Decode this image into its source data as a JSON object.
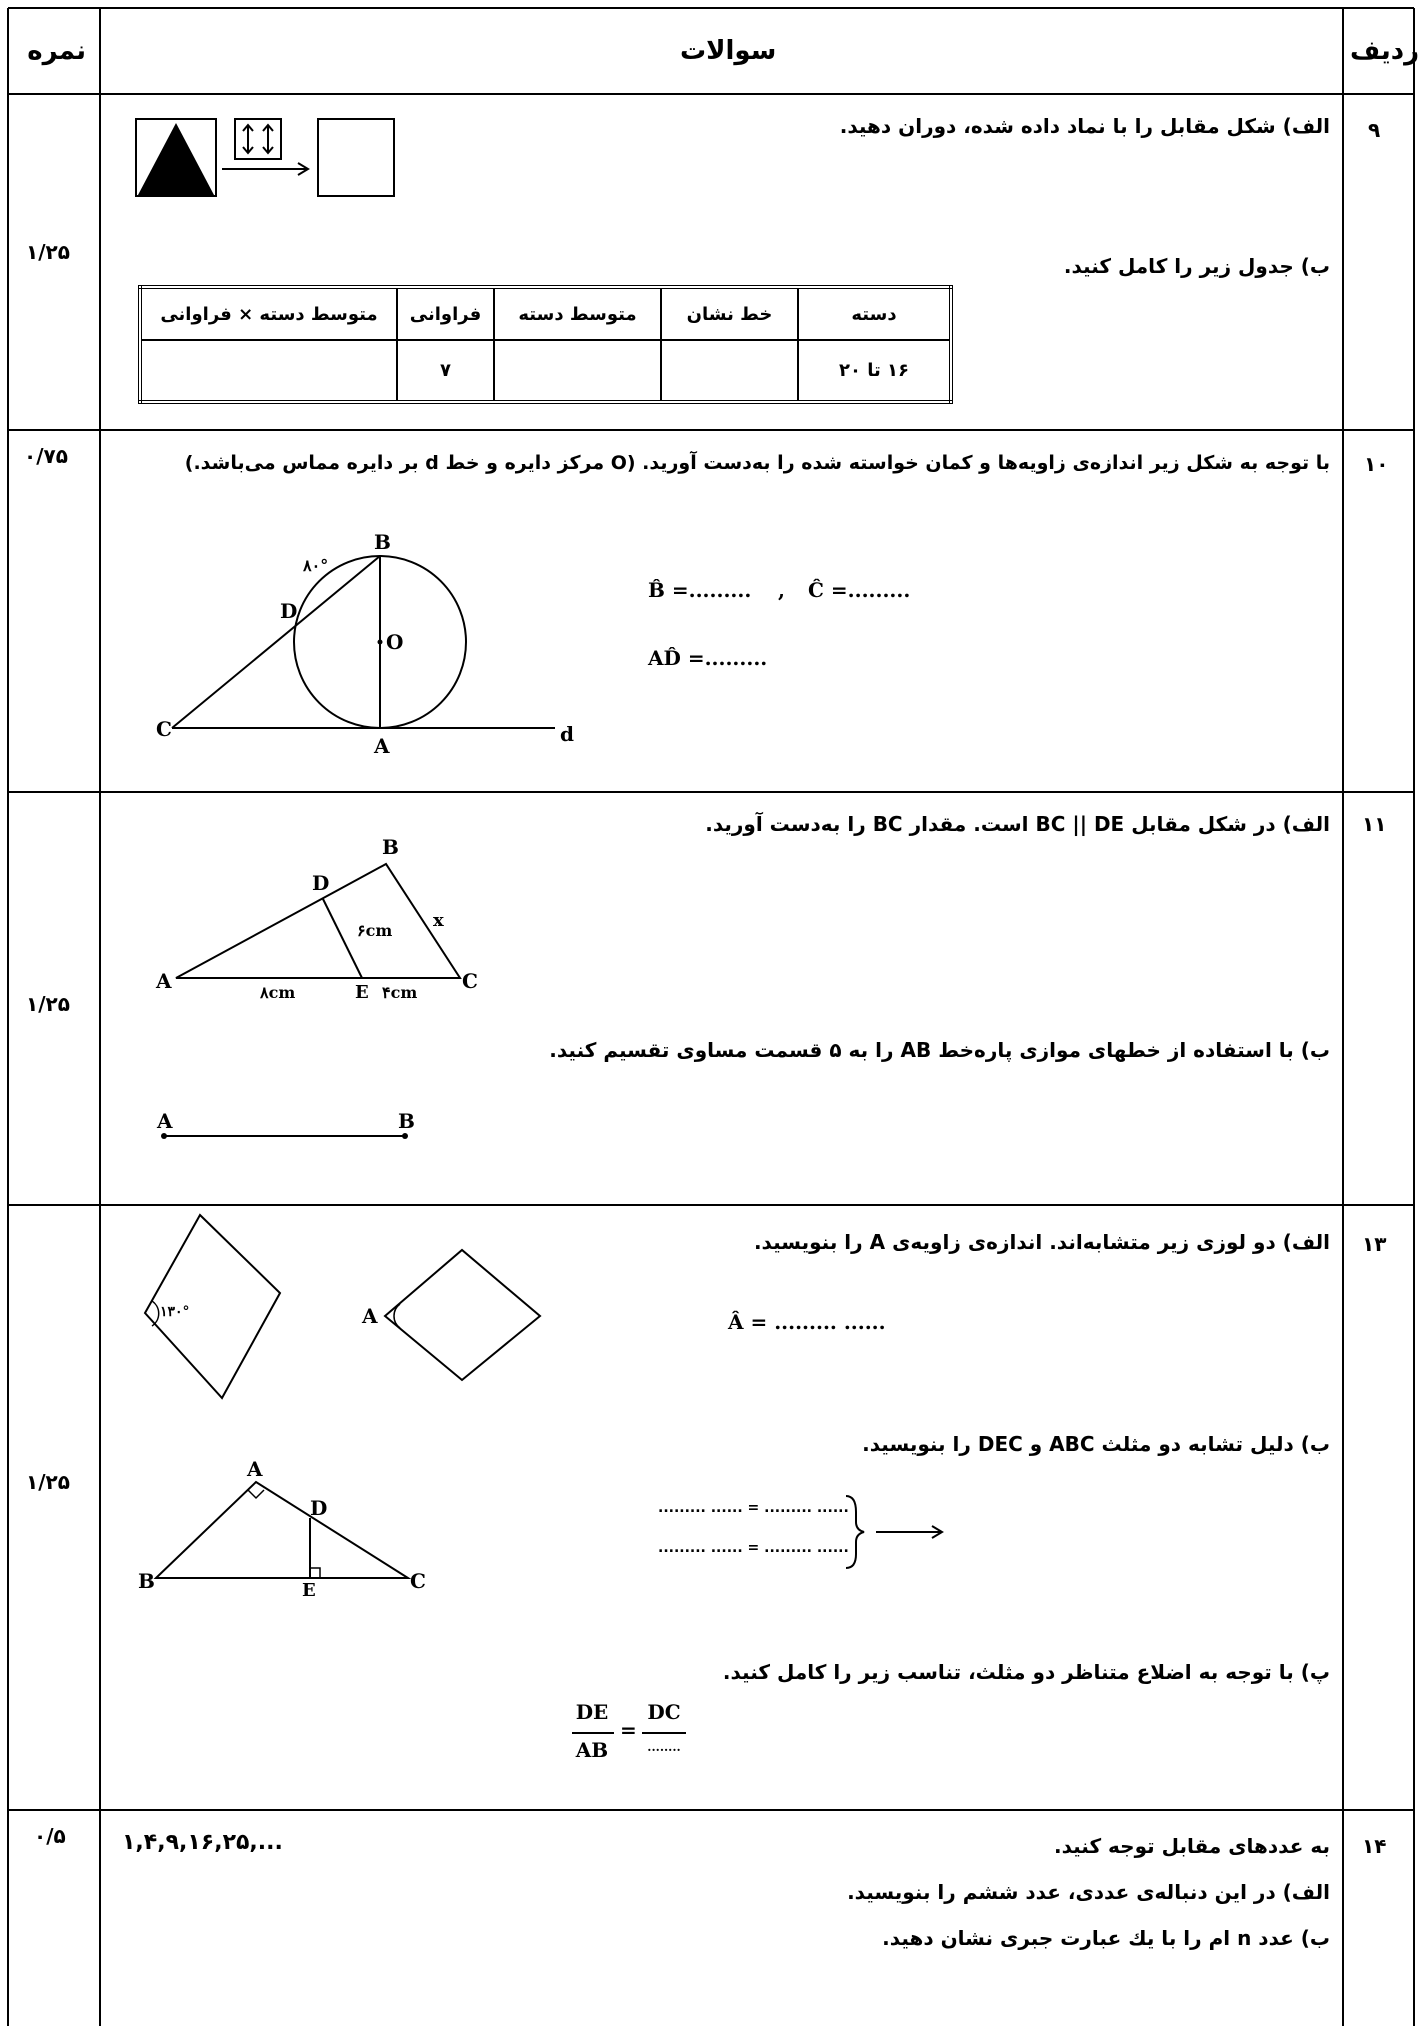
{
  "header": {
    "score": "نمره",
    "questions": "سوالات",
    "row": "ردیف"
  },
  "q9": {
    "row": "۹",
    "score": "۱/۲۵",
    "a": "الف) شکل مقابل را با نماد داده شده، دوران دهید.",
    "b": "ب) جدول زیر را کامل کنید.",
    "table": {
      "headers": [
        "دسته",
        "خط نشان",
        "متوسط دسته",
        "فراوانی",
        "متوسط دسته × فراوانی"
      ],
      "row": [
        "۱۶ تا ۲۰",
        "",
        "",
        "۷",
        ""
      ]
    }
  },
  "q10": {
    "row": "۱۰",
    "score": "۰/۷۵",
    "text": "با توجه به شکل زیر اندازه‌ی زاویه‌ها و کمان خواسته شده را به‌دست آورید. (O مرکز دایره و خط d بر دایره مماس می‌باشد.)",
    "ans1": "B̂ =.........",
    "ans2": "Ĉ =.........",
    "ans3": "AD̂ =.........",
    "fig": {
      "B": "B",
      "D": "D",
      "O": "O",
      "C": "C",
      "A": "A",
      "d": "d",
      "angle": "۸۰°"
    }
  },
  "q11": {
    "row": "۱۱",
    "score": "۱/۲۵",
    "a": "الف) در شکل مقابل BC || DE است. مقدار BC را به‌دست آورید.",
    "b": "ب) با استفاده از خطهای موازی پاره‌خط AB را به ۵ قسمت مساوی تقسیم کنید.",
    "fig": {
      "A": "A",
      "B": "B",
      "C": "C",
      "D": "D",
      "E": "E",
      "x": "x",
      "de": "۶cm",
      "ae": "۸cm",
      "ec": "۴cm"
    },
    "seg": {
      "A": "A",
      "B": "B"
    }
  },
  "q13": {
    "row": "۱۳",
    "score": "۱/۲۵",
    "a": "الف) دو لوزی زیر متشابه‌اند. اندازه‌ی زاویه‌ی A را بنویسید.",
    "ans_a": "Â = ......... ......",
    "angle": "۱۳۰°",
    "rhombusA": "A",
    "b": "ب) دلیل تشابه دو مثلث ABC و DEC را بنویسید.",
    "blank1": "......... ...... = ......... ......",
    "blank2": "......... ...... = ......... ......",
    "fig": {
      "A": "A",
      "B": "B",
      "C": "C",
      "D": "D",
      "E": "E"
    },
    "c": "پ) با توجه به اضلاع متناظر دو مثلث، تناسب زیر را کامل کنید.",
    "frac": {
      "n1": "DE",
      "d1": "AB",
      "eq": "=",
      "n2": "DC",
      "d2": "........"
    }
  },
  "q14": {
    "row": "۱۴",
    "score": "۰/۵",
    "seq": "۱,۴,۹,۱۶,۲۵,...",
    "intro": "به عددهای مقابل توجه کنید.",
    "a": "الف) در این دنباله‌ی عددی، عدد ششم را بنویسید.",
    "b": "ب) عدد n ام را با یك عبارت جبری نشان دهید."
  }
}
